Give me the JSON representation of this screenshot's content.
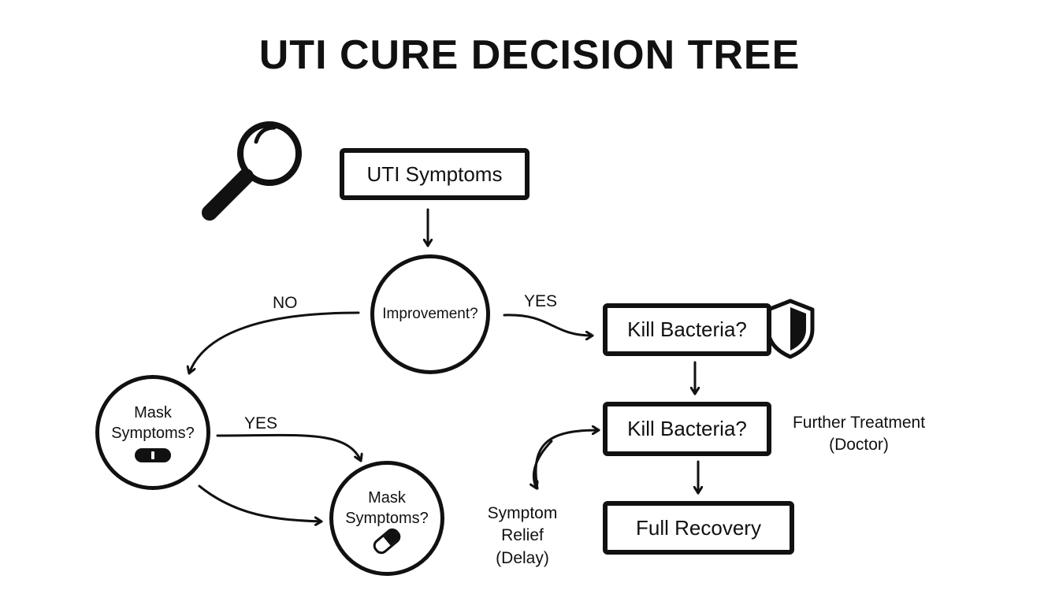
{
  "title": "UTI CURE DECISION TREE",
  "nodes": {
    "uti_symptoms": "UTI Symptoms",
    "improvement": "Improvement?",
    "kill_bacteria_1": "Kill Bacteria?",
    "kill_bacteria_2": "Kill Bacteria?",
    "full_recovery": "Full Recovery",
    "mask_symptoms_1": {
      "line1": "Mask",
      "line2": "Symptoms?"
    },
    "mask_symptoms_2": {
      "line1": "Mask",
      "line2": "Symptoms?"
    }
  },
  "edge_labels": {
    "no": "NO",
    "yes_right": "YES",
    "yes_mask": "YES"
  },
  "side_notes": {
    "further_treatment": {
      "line1": "Further Treatment",
      "line2": "(Doctor)"
    },
    "symptom_relief": {
      "line1": "Symptom",
      "line2": "Relief",
      "line3": "(Delay)"
    }
  },
  "icons": [
    "magnifier-icon",
    "shield-icon",
    "pill-icon",
    "capsule-icon"
  ],
  "colors": {
    "ink": "#111111",
    "background": "#ffffff"
  }
}
